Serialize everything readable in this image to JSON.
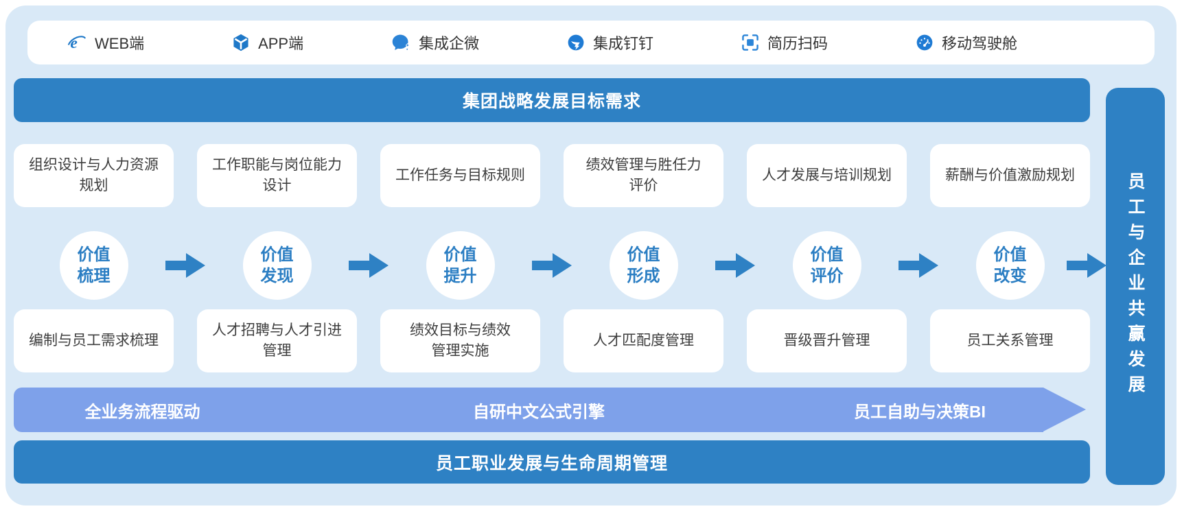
{
  "colors": {
    "primary_blue": "#2E81C4",
    "light_banner_blue": "#7EA1EA",
    "container_background": "#D9E9F7",
    "step_text_blue": "#2B7EC3",
    "card_text": "#3d3d3d"
  },
  "topbar": {
    "items": [
      {
        "icon": "ie-browser-icon",
        "label": "WEB端"
      },
      {
        "icon": "app-cube-icon",
        "label": "APP端"
      },
      {
        "icon": "wecom-chat-icon",
        "label": "集成企微"
      },
      {
        "icon": "dingtalk-icon",
        "label": "集成钉钉"
      },
      {
        "icon": "resume-scan-icon",
        "label": "简历扫码"
      },
      {
        "icon": "mobile-dashboard-icon",
        "label": "移动驾驶舱"
      }
    ]
  },
  "top_banner": {
    "label": "集团战略发展目标需求"
  },
  "planning_cards": [
    "组织设计与人力资源\n规划",
    "工作职能与岗位能力\n设计",
    "工作任务与目标规则",
    "绩效管理与胜任力\n评价",
    "人才发展与培训规划",
    "薪酬与价值激励规划"
  ],
  "value_steps": [
    "价值\n梳理",
    "价值\n发现",
    "价值\n提升",
    "价值\n形成",
    "价值\n评价",
    "价值\n改变"
  ],
  "execution_cards": [
    "编制与员工需求梳理",
    "人才招聘与人才引进\n管理",
    "绩效目标与绩效\n管理实施",
    "人才匹配度管理",
    "晋级晋升管理",
    "员工关系管理"
  ],
  "process_banner": {
    "labels": [
      "全业务流程驱动",
      "自研中文公式引擎",
      "员工自助与决策BI"
    ]
  },
  "bottom_banner": {
    "label": "员工职业发展与生命周期管理"
  },
  "right_banner": {
    "label": "员工与企业共赢发展"
  }
}
